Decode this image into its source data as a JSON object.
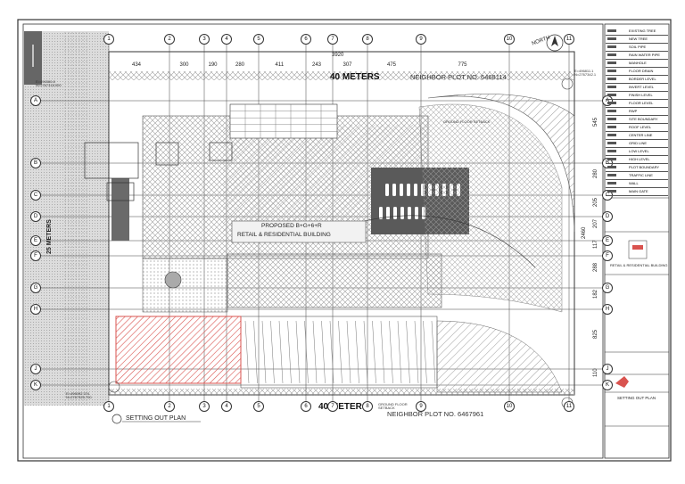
{
  "drawing": {
    "top_scale_label": "40 METERS",
    "bottom_scale_label": "40 METERS",
    "top_neighbor": "NEIGHBOR PLOT NO. 6468114",
    "bottom_neighbor": "NEIGHBOR PLOT NO. 6467961",
    "building_name_line1": "PROPOSED B+G+6+R",
    "building_name_line2": "RETAIL & RESIDENTIAL BUILDING",
    "left_road": "25 METERS",
    "north_label": "NORTH",
    "plan_title": "SETTING OUT PLAN",
    "total_dimension": "3920",
    "ground_floor_setback": "GROUND FLOOR SETBACK",
    "top_dimensions": [
      "434",
      "300",
      "190",
      "280",
      "411",
      "243",
      "307",
      "475",
      "775"
    ],
    "right_dimensions": [
      "545",
      "280",
      "205",
      "207",
      "117",
      "2460",
      "288",
      "182",
      "825",
      "110"
    ],
    "column_grid": [
      "1",
      "2",
      "3",
      "4",
      "5",
      "6",
      "7",
      "8",
      "9",
      "10",
      "11"
    ],
    "row_grid": [
      "A",
      "B",
      "C",
      "D",
      "E",
      "F",
      "G",
      "H",
      "J",
      "K"
    ],
    "top_left_coord": "E=496360.8\nN=2767318.000",
    "bottom_left_coord": "E=496092.374\nN=2767325.700",
    "right_coord": "E=496811.1\nN=2767342.1",
    "ground_floor_line": "GROUND FLOOR\nSETBACK"
  },
  "title_block": {
    "legend_rows": [
      "EXISTING TREE",
      "NEW TREE",
      "SOIL PIPE",
      "RAIN WATER PIPE",
      "MANHOLE",
      "FLOOR DRAIN",
      "BORDER LEVEL",
      "INVERT LEVEL",
      "FINISH LEVEL",
      "FLOOR LEVEL",
      "RWP",
      "SITE BOUNDARY",
      "ROOF LEVEL",
      "CENTER LINE",
      "GRID LINE",
      "LOW LEVEL",
      "HIGH LEVEL",
      "PLOT BOUNDARY",
      "TRAFFIC LINE",
      "WALL",
      "MAIN GATE"
    ],
    "project": "RETAIL & RESIDENTIAL BUILDING",
    "sheet_title": "SETTING OUT PLAN"
  },
  "colors": {
    "line": "#333333",
    "hatch": "#888888",
    "red_hatch": "#d9534f",
    "dark_block": "#555555"
  }
}
